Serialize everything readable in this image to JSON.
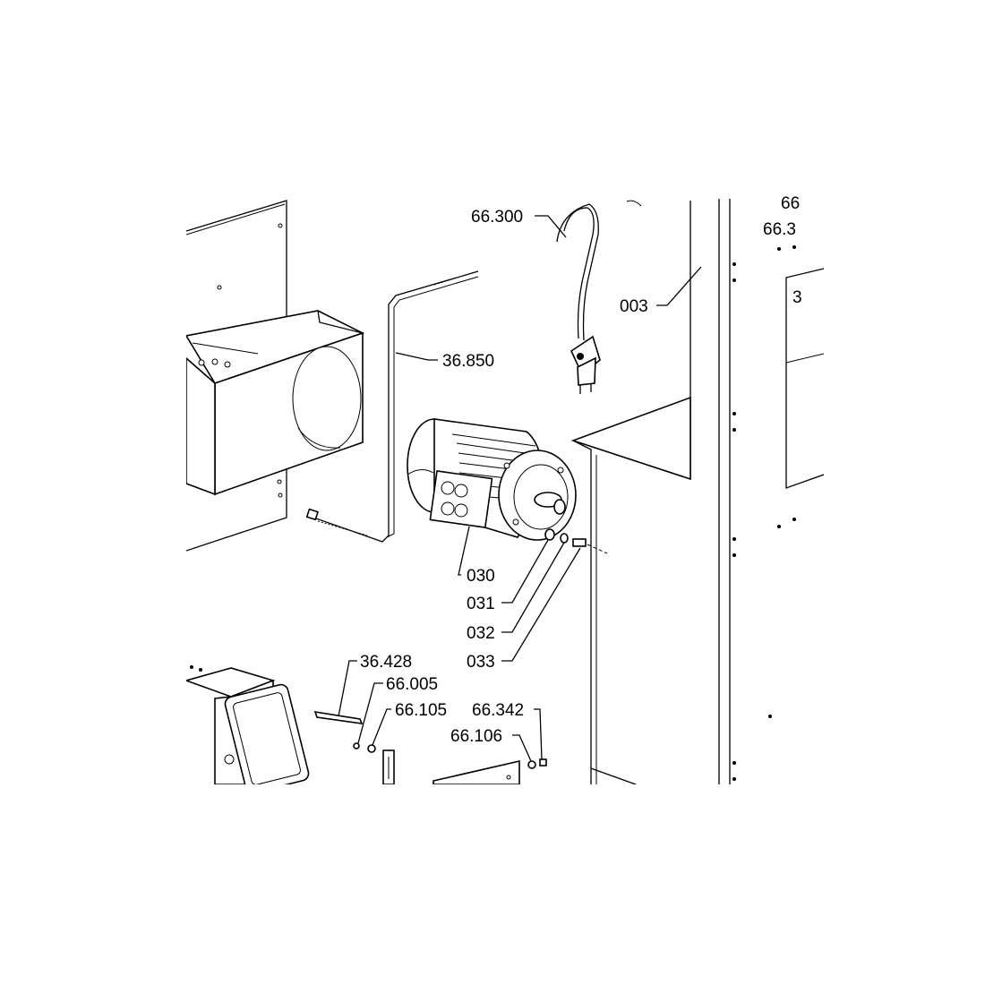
{
  "labels": {
    "l66300": "66.300",
    "l003": "003",
    "l66_top_cut": "66",
    "l66_3_cut": "66.3",
    "l3_cut": "3",
    "l36850": "36.850",
    "l030": "030",
    "l031": "031",
    "l032": "032",
    "l033": "033",
    "l36428": "36.428",
    "l66005": "66.005",
    "l66105": "66.105",
    "l66342": "66.342",
    "l66106": "66.106"
  }
}
